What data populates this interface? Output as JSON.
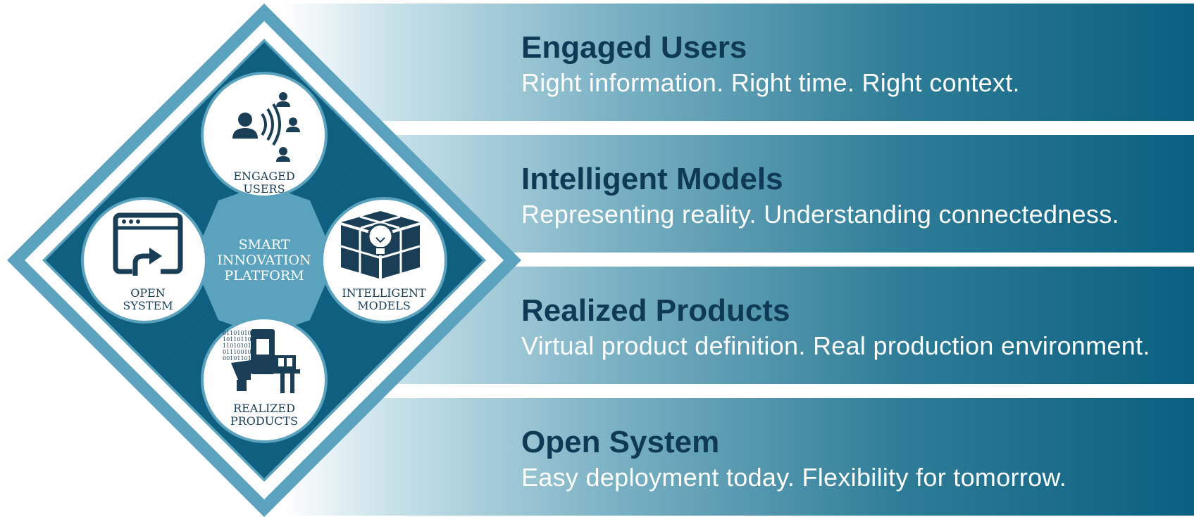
{
  "platform": {
    "center_line1": "SMART",
    "center_line2": "INNOVATION",
    "center_line3": "PLATFORM"
  },
  "pillars": [
    {
      "line1": "ENGAGED",
      "line2": "USERS",
      "icon": "engaged-users-icon"
    },
    {
      "line1": "INTELLIGENT",
      "line2": "MODELS",
      "icon": "lightbulb-cube-icon"
    },
    {
      "line1": "REALIZED",
      "line2": "PRODUCTS",
      "icon": "factory-machine-icon"
    },
    {
      "line1": "OPEN",
      "line2": "SYSTEM",
      "icon": "open-window-icon"
    }
  ],
  "binary_lines": [
    "01101010",
    "10110110",
    "11010101",
    "01110010",
    "00101101"
  ],
  "bands": [
    {
      "title": "Engaged Users",
      "subtitle": "Right information. Right time. Right context."
    },
    {
      "title": "Intelligent Models",
      "subtitle": "Representing reality. Understanding connectedness."
    },
    {
      "title": "Realized Products",
      "subtitle": "Virtual product definition. Real production environment."
    },
    {
      "title": "Open System",
      "subtitle": "Easy deployment today. Flexibility for tomorrow."
    }
  ],
  "colors": {
    "dark_teal": "#0f5f80",
    "light_teal": "#5aa2bd",
    "title_navy": "#0f3a55",
    "icon_navy": "#1b3e57"
  }
}
